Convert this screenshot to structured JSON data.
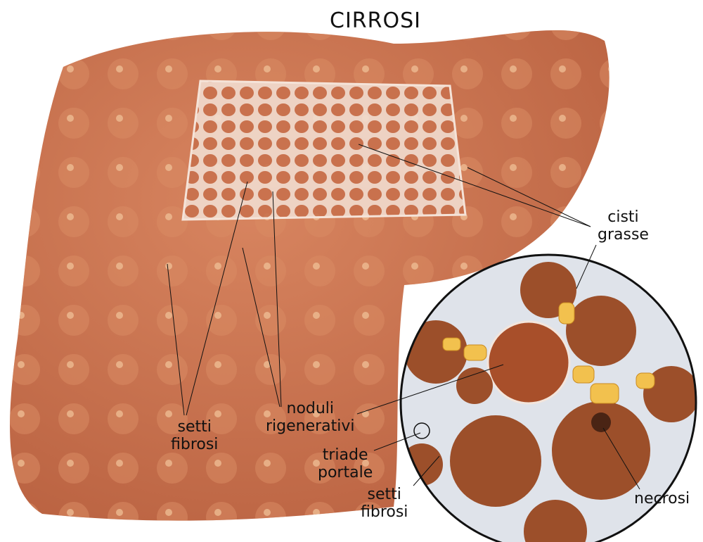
{
  "title": "CIRROSI",
  "labels": {
    "cisti_grasse": [
      "cisti",
      "grasse"
    ],
    "noduli_rigenerativi": [
      "noduli",
      "rigenerativi"
    ],
    "setti_fibrosi_left": [
      "setti",
      "fibrosi"
    ],
    "triade_portale": [
      "triade",
      "portale"
    ],
    "setti_fibrosi_right": [
      "setti",
      "fibrosi"
    ],
    "necrosi": "necrosi"
  },
  "colors": {
    "liver": "#c9744d",
    "liver_dark": "#a8573a",
    "section": "#e0a082",
    "septa": "#dfe3ea",
    "nodule": "#9c4f2a",
    "fat": "#f2c14e"
  }
}
